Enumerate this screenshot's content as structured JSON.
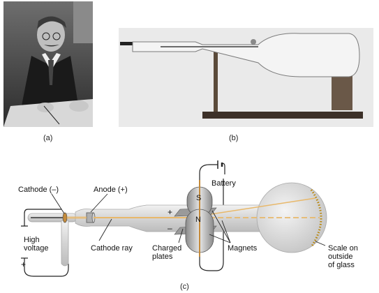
{
  "captions": {
    "a": "(a)",
    "b": "(b)",
    "c": "(c)"
  },
  "labels": {
    "cathode": "Cathode (–)",
    "anode": "Anode (+)",
    "battery": "Battery",
    "high_voltage_line1": "High",
    "high_voltage_line2": "voltage",
    "cathode_ray": "Cathode ray",
    "charged_plates_line1": "Charged",
    "charged_plates_line2": "plates",
    "magnets": "Magnets",
    "scale_line1": "Scale on",
    "scale_line2": "outside",
    "scale_line3": "of glass",
    "magnet_s": "S",
    "magnet_n": "N",
    "minus": "–",
    "plus": "+"
  },
  "colors": {
    "glass": "#dcdcdc",
    "glass_edge": "#a8a8a8",
    "ray": "#e8b86a",
    "wire": "#222222",
    "photo_bg": "#e9e9e9"
  }
}
